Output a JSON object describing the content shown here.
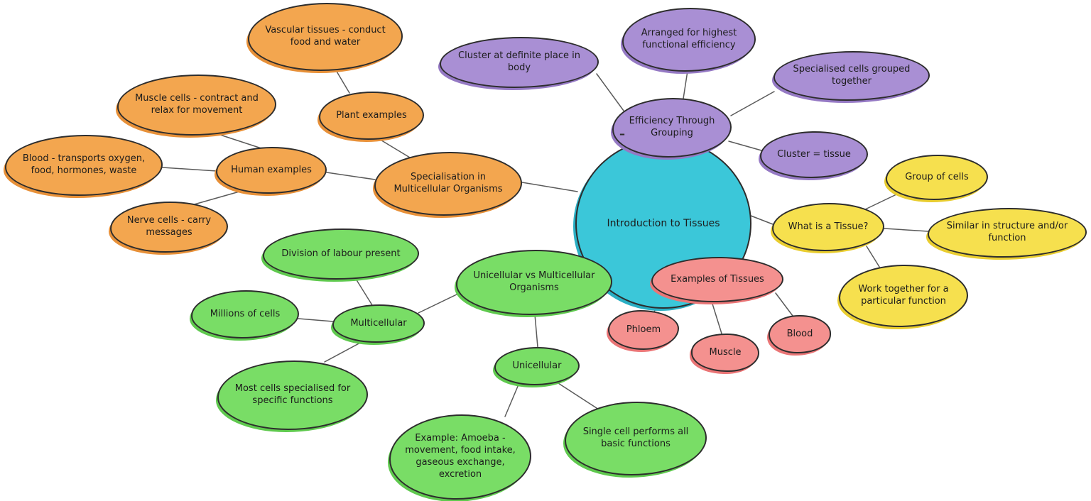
{
  "diagram": {
    "type": "mindmap",
    "title": "Introduction to Tissues",
    "collapse_marker": "–"
  },
  "colors": {
    "central": "#3bc7d9",
    "orange": "#f3a64f",
    "purple": "#a98fd4",
    "yellow": "#f6e04e",
    "green": "#79dd66",
    "pink": "#f4918f",
    "outline": "#2d2d2d",
    "connector": "#5a5a5a",
    "background": "#ffffff"
  },
  "nodes": {
    "intro": {
      "label": "Introduction to Tissues",
      "color": "central"
    },
    "efficiency": {
      "label": "Efficiency Through Grouping",
      "color": "purple"
    },
    "cluster_place": {
      "label": "Cluster at definite place in body",
      "color": "purple"
    },
    "arranged": {
      "label": "Arranged for highest functional efficiency",
      "color": "purple"
    },
    "specialised_grouped": {
      "label": "Specialised cells grouped together",
      "color": "purple"
    },
    "cluster_tissue": {
      "label": "Cluster = tissue",
      "color": "purple"
    },
    "what_is": {
      "label": "What is a Tissue?",
      "color": "yellow"
    },
    "group_cells": {
      "label": "Group of cells",
      "color": "yellow"
    },
    "similar": {
      "label": "Similar in structure and/or function",
      "color": "yellow"
    },
    "work_together": {
      "label": "Work together for a particular function",
      "color": "yellow"
    },
    "examples_tissues": {
      "label": "Examples of Tissues",
      "color": "pink"
    },
    "phloem": {
      "label": "Phloem",
      "color": "pink"
    },
    "muscle": {
      "label": "Muscle",
      "color": "pink"
    },
    "blood": {
      "label": "Blood",
      "color": "pink"
    },
    "specialisation": {
      "label": "Specialisation in Multicellular Organisms",
      "color": "orange"
    },
    "plant": {
      "label": "Plant examples",
      "color": "orange"
    },
    "vascular": {
      "label": "Vascular tissues - conduct food and water",
      "color": "orange"
    },
    "human": {
      "label": "Human examples",
      "color": "orange"
    },
    "muscle_cells": {
      "label": "Muscle cells - contract and relax for movement",
      "color": "orange"
    },
    "blood_transports": {
      "label": "Blood - transports oxygen, food, hormones, waste",
      "color": "orange"
    },
    "nerve": {
      "label": "Nerve cells - carry messages",
      "color": "orange"
    },
    "uni_vs_multi": {
      "label": "Unicellular vs Multicellular Organisms",
      "color": "green"
    },
    "division": {
      "label": "Division of labour present",
      "color": "green"
    },
    "millions": {
      "label": "Millions of cells",
      "color": "green"
    },
    "multicellular": {
      "label": "Multicellular",
      "color": "green"
    },
    "most_cells": {
      "label": "Most cells specialised for specific functions",
      "color": "green"
    },
    "unicellular": {
      "label": "Unicellular",
      "color": "green"
    },
    "amoeba": {
      "label": "Example: Amoeba - movement, food intake, gaseous exchange, excretion",
      "color": "green"
    },
    "single_cell": {
      "label": "Single cell performs all basic functions",
      "color": "green"
    }
  },
  "edges": [
    {
      "from": "vascular",
      "to": "plant"
    },
    {
      "from": "plant",
      "to": "specialisation"
    },
    {
      "from": "muscle_cells",
      "to": "human"
    },
    {
      "from": "blood_transports",
      "to": "human"
    },
    {
      "from": "nerve",
      "to": "human"
    },
    {
      "from": "human",
      "to": "specialisation"
    },
    {
      "from": "specialisation",
      "to": "intro"
    },
    {
      "from": "efficiency",
      "to": "cluster_place"
    },
    {
      "from": "efficiency",
      "to": "arranged"
    },
    {
      "from": "efficiency",
      "to": "specialised_grouped"
    },
    {
      "from": "efficiency",
      "to": "cluster_tissue"
    },
    {
      "from": "intro",
      "to": "efficiency"
    },
    {
      "from": "intro",
      "to": "what_is"
    },
    {
      "from": "what_is",
      "to": "group_cells"
    },
    {
      "from": "what_is",
      "to": "similar"
    },
    {
      "from": "what_is",
      "to": "work_together"
    },
    {
      "from": "intro",
      "to": "examples_tissues"
    },
    {
      "from": "examples_tissues",
      "to": "phloem"
    },
    {
      "from": "examples_tissues",
      "to": "muscle"
    },
    {
      "from": "examples_tissues",
      "to": "blood"
    },
    {
      "from": "intro",
      "to": "uni_vs_multi"
    },
    {
      "from": "uni_vs_multi",
      "to": "multicellular"
    },
    {
      "from": "division",
      "to": "multicellular"
    },
    {
      "from": "millions",
      "to": "multicellular"
    },
    {
      "from": "multicellular",
      "to": "most_cells"
    },
    {
      "from": "uni_vs_multi",
      "to": "unicellular"
    },
    {
      "from": "unicellular",
      "to": "amoeba"
    },
    {
      "from": "unicellular",
      "to": "single_cell"
    }
  ]
}
